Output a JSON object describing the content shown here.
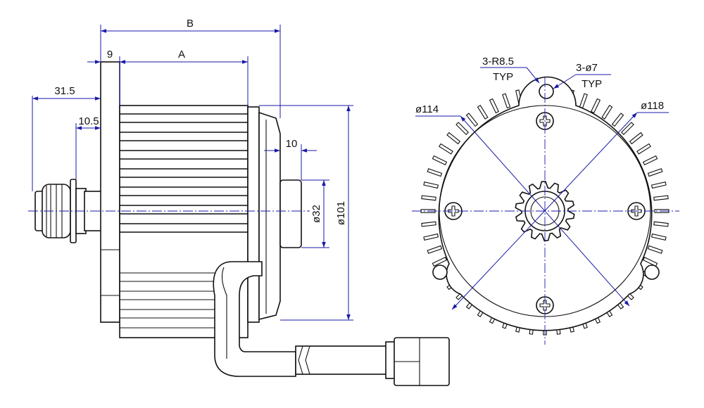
{
  "diagram": {
    "side_view": {
      "labels": {
        "overall_length": "B",
        "body_length": "A",
        "flange_thickness": "9",
        "shaft_length": "31.5",
        "shaft_step": "10.5",
        "boss_depth": "10",
        "boss_diameter": "ø32",
        "body_diameter": "ø101"
      }
    },
    "end_view": {
      "labels": {
        "ear_radius": "3-R8.5",
        "ear_radius_note": "TYP",
        "hole_diameter": "3-ø7",
        "hole_note": "TYP",
        "inner_diameter": "ø114",
        "outer_diameter": "ø118"
      },
      "fin_count": 56,
      "sprocket_teeth": 14,
      "screw_count": 4,
      "ear_count": 3
    },
    "colors": {
      "outline": "#111111",
      "dimension": "#1a1aa8"
    }
  }
}
